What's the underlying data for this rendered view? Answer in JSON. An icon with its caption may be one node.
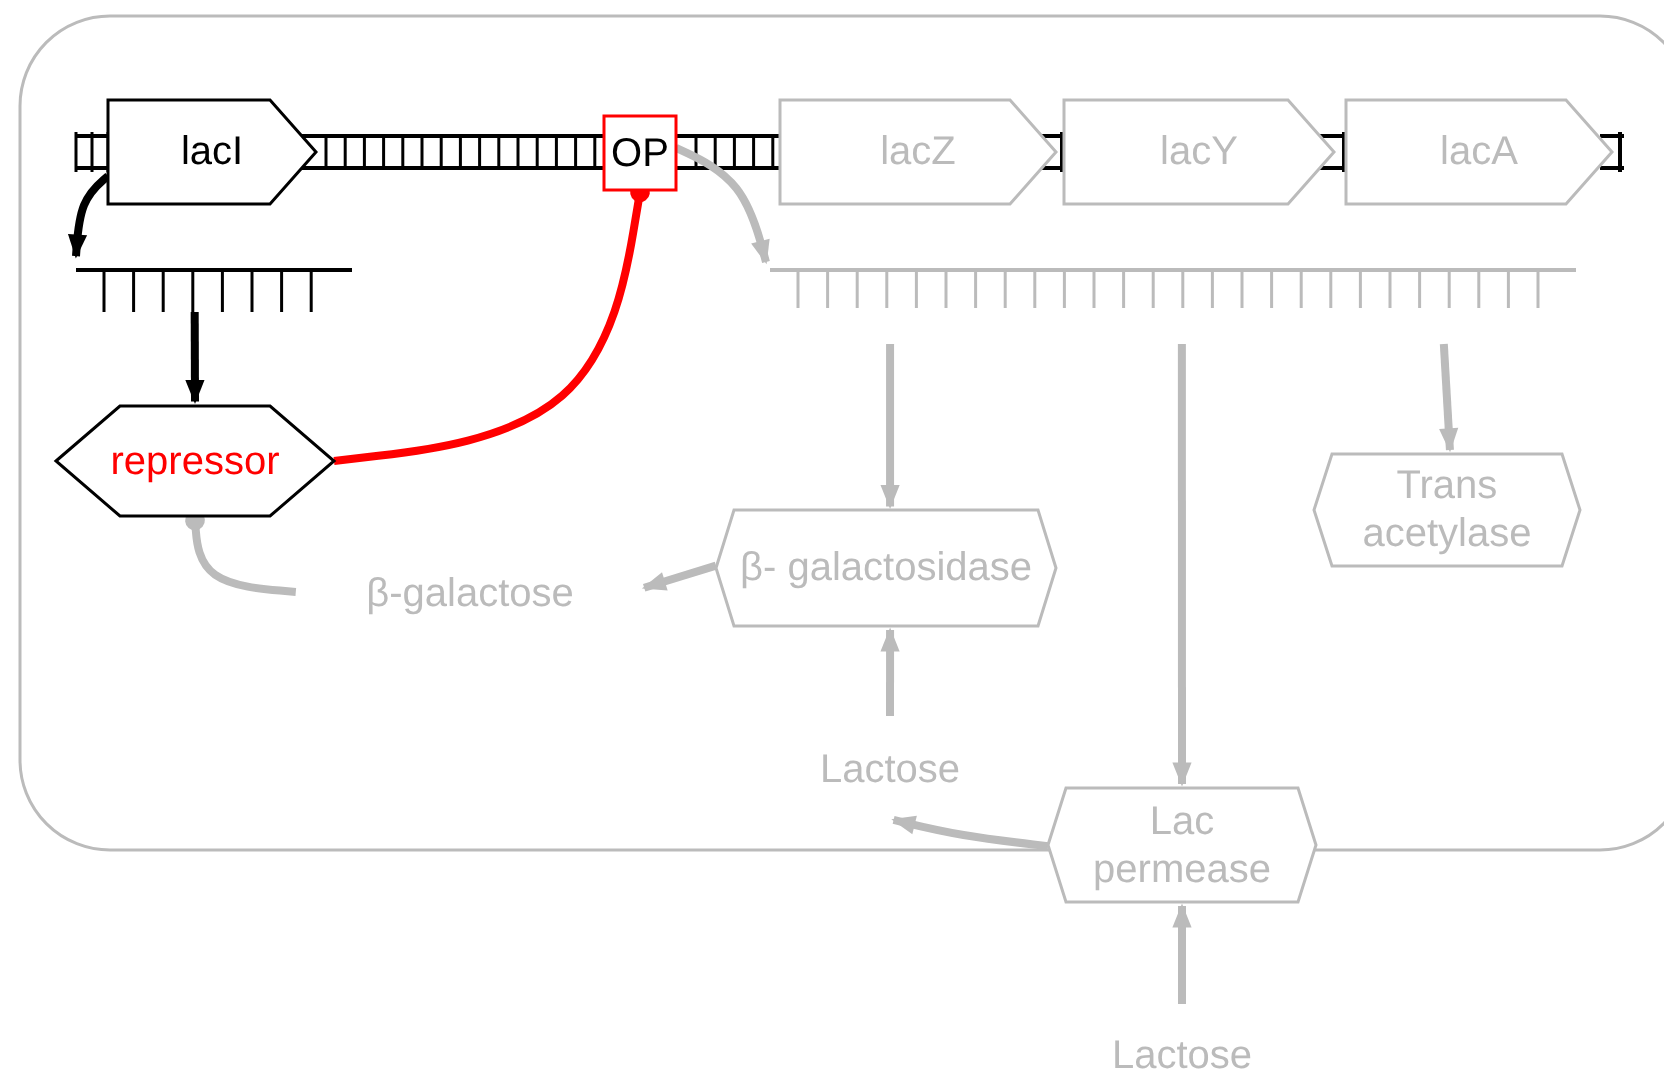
{
  "diagram": {
    "nodes": [
      {
        "text": [],
        "shape": "box"
      },
      {
        "text": [
          "lacI"
        ],
        "in": 0
      },
      {
        "text": [
          "OP"
        ],
        "in": 0
      },
      {
        "text": [
          "lacZ"
        ],
        "in": 0
      },
      {
        "text": [
          "lacY"
        ],
        "in": 0
      },
      {
        "text": [
          "lacA"
        ],
        "in": 0
      },
      {
        "text": [],
        "shape": "bar",
        "in": 0
      },
      {
        "text": [],
        "shape": "bar",
        "in": 0
      },
      {
        "text": [
          "repressor"
        ],
        "in": 0
      },
      {
        "text": [
          "β-galactose"
        ],
        "in": 0
      },
      {
        "text": [
          "β- galactosidase"
        ],
        "in": 0
      },
      {
        "text": [
          "Trans acetylase"
        ],
        "in": 0
      },
      {
        "text": [
          "Lactose"
        ],
        "in": 0
      },
      {
        "text": [
          "Lac permease"
        ]
      },
      {
        "text": [
          "Lactose"
        ]
      }
    ],
    "edges": [
      {
        "from": 1,
        "to": 6,
        "arrow": "to",
        "color": "#000000"
      },
      {
        "from": 6,
        "to": 8,
        "arrow": "to",
        "color": "#000000"
      },
      {
        "from": 8,
        "to": 2,
        "arrow": "other",
        "color": "#ff0000"
      },
      {
        "from": 2,
        "to": 7,
        "arrow": "to"
      },
      {
        "from": 7,
        "to": 10,
        "arrow": "to"
      },
      {
        "from": 7,
        "to": 13,
        "arrow": "to"
      },
      {
        "from": 7,
        "to": 11,
        "arrow": "to"
      },
      {
        "from": 12,
        "to": 10,
        "arrow": "to"
      },
      {
        "from": 13,
        "to": 12,
        "arrow": "to"
      },
      {
        "from": 14,
        "to": 13,
        "arrow": "to"
      },
      {
        "from": 10,
        "to": 9,
        "arrow": "to"
      },
      {
        "from": 9,
        "to": 8,
        "arrow": "other"
      }
    ]
  }
}
